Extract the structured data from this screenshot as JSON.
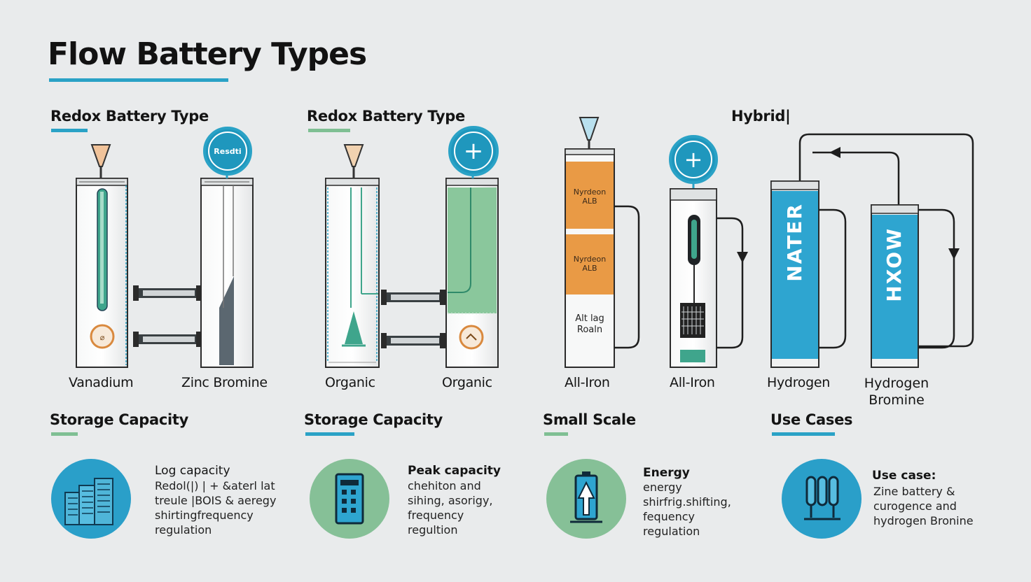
{
  "title": "Flow Battery Types",
  "groups": [
    {
      "heading": "Redox Battery Type",
      "heading_bar": "#2aa2c6"
    },
    {
      "heading": "Redox Battery Type",
      "heading_bar": "#7fbf93"
    },
    {
      "heading": "Hybrid|"
    }
  ],
  "batteries": [
    {
      "label": "Vanadium"
    },
    {
      "label": "Zinc Bromine",
      "badge_text": "Resdti"
    },
    {
      "label": "Organic"
    },
    {
      "label": "Organic"
    },
    {
      "label": "All-Iron",
      "tank_upper": [
        "Nyrdeon",
        "ALB"
      ],
      "tank_middle": [
        "Nyrdeon",
        "ALB"
      ],
      "tank_lower": [
        "Alt lag",
        "Roaln"
      ]
    },
    {
      "label": "All-Iron"
    },
    {
      "label": "Hydrogen",
      "vertical_text": "NATER"
    },
    {
      "label": "Hydrogen Bromine",
      "vertical_text": "HXOW"
    }
  ],
  "sections": [
    {
      "heading": "Storage Capacity",
      "bar_color": "#7fbf93",
      "info_head": "Log capacity",
      "info_lines": [
        "Redol(|) | + &aterl lat",
        "treule |BOIS & aeregy",
        "shirtingfrequency",
        "regulation"
      ],
      "icon": "buildings-icon",
      "circle_color": "#2a9fc9"
    },
    {
      "heading": "Storage Capacity",
      "bar_color": "#2aa2c6",
      "info_head": "Peak capacity",
      "info_lines": [
        "chehiton and",
        "sihing, asorigy,",
        "frequency",
        "regultion"
      ],
      "icon": "battery-pack-icon",
      "circle_color": "#86c097"
    },
    {
      "heading": "Small Scale",
      "bar_color": "#7fbf93",
      "info_head": "Energy",
      "info_lines": [
        "energy",
        "shirfrig.shifting,",
        "fequency",
        "regulation"
      ],
      "icon": "battery-arrow-icon",
      "circle_color": "#86c097"
    },
    {
      "heading": "Use Cases",
      "bar_color": "#2aa2c6",
      "info_head": "Use case:",
      "info_lines": [
        "Zine battery &",
        "curogence and",
        "hydrogen Bronine"
      ],
      "icon": "cells-icon",
      "circle_color": "#2a9fc9"
    }
  ],
  "colors": {
    "accent_blue": "#2aa2c6",
    "accent_green": "#7fbf93",
    "tank_orange": "#e99a45",
    "tank_blue": "#2ea5d0"
  }
}
